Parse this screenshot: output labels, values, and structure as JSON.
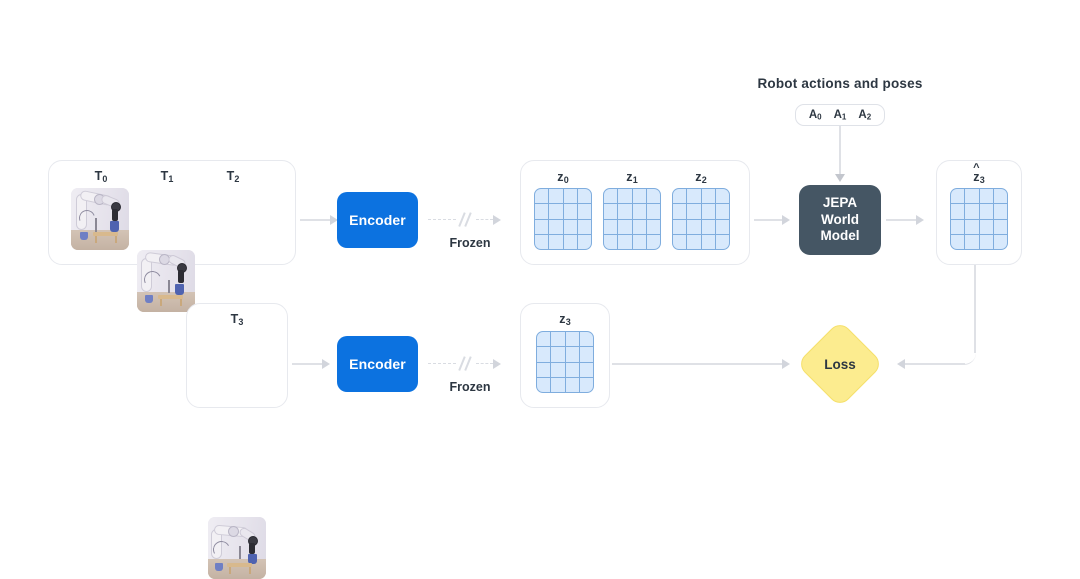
{
  "diagram": {
    "title_top": "Robot actions and poses",
    "actions": {
      "items": [
        "A",
        "A",
        "A"
      ],
      "subs": [
        "0",
        "1",
        "2"
      ]
    },
    "context_frames": {
      "labels": [
        "T",
        "T",
        "T"
      ],
      "subs": [
        "0",
        "1",
        "2"
      ]
    },
    "target_frame": {
      "label": "T",
      "sub": "3"
    },
    "context_latents": {
      "labels": [
        "z",
        "z",
        "z"
      ],
      "subs": [
        "0",
        "1",
        "2"
      ]
    },
    "target_latent": {
      "label": "z",
      "sub": "3"
    },
    "predicted_latent": {
      "label": "z",
      "sub": "3",
      "hat": "^"
    },
    "encoder_top_label": "Encoder",
    "encoder_bottom_label": "Encoder",
    "frozen_top_label": "Frozen",
    "frozen_bottom_label": "Frozen",
    "world_model_lines": [
      "JEPA",
      "World",
      "Model"
    ],
    "loss_label": "Loss",
    "colors": {
      "encoder_blue": "#0c72e0",
      "world_model_slate": "#455664",
      "loss_yellow": "#fcec8f",
      "latent_cell": "#d8e9fc",
      "latent_border": "#7fadde",
      "connector_gray": "#dfe1e6",
      "text_dark": "#2d3742",
      "panel_border": "#e7e9ee",
      "background": "#ffffff"
    }
  }
}
